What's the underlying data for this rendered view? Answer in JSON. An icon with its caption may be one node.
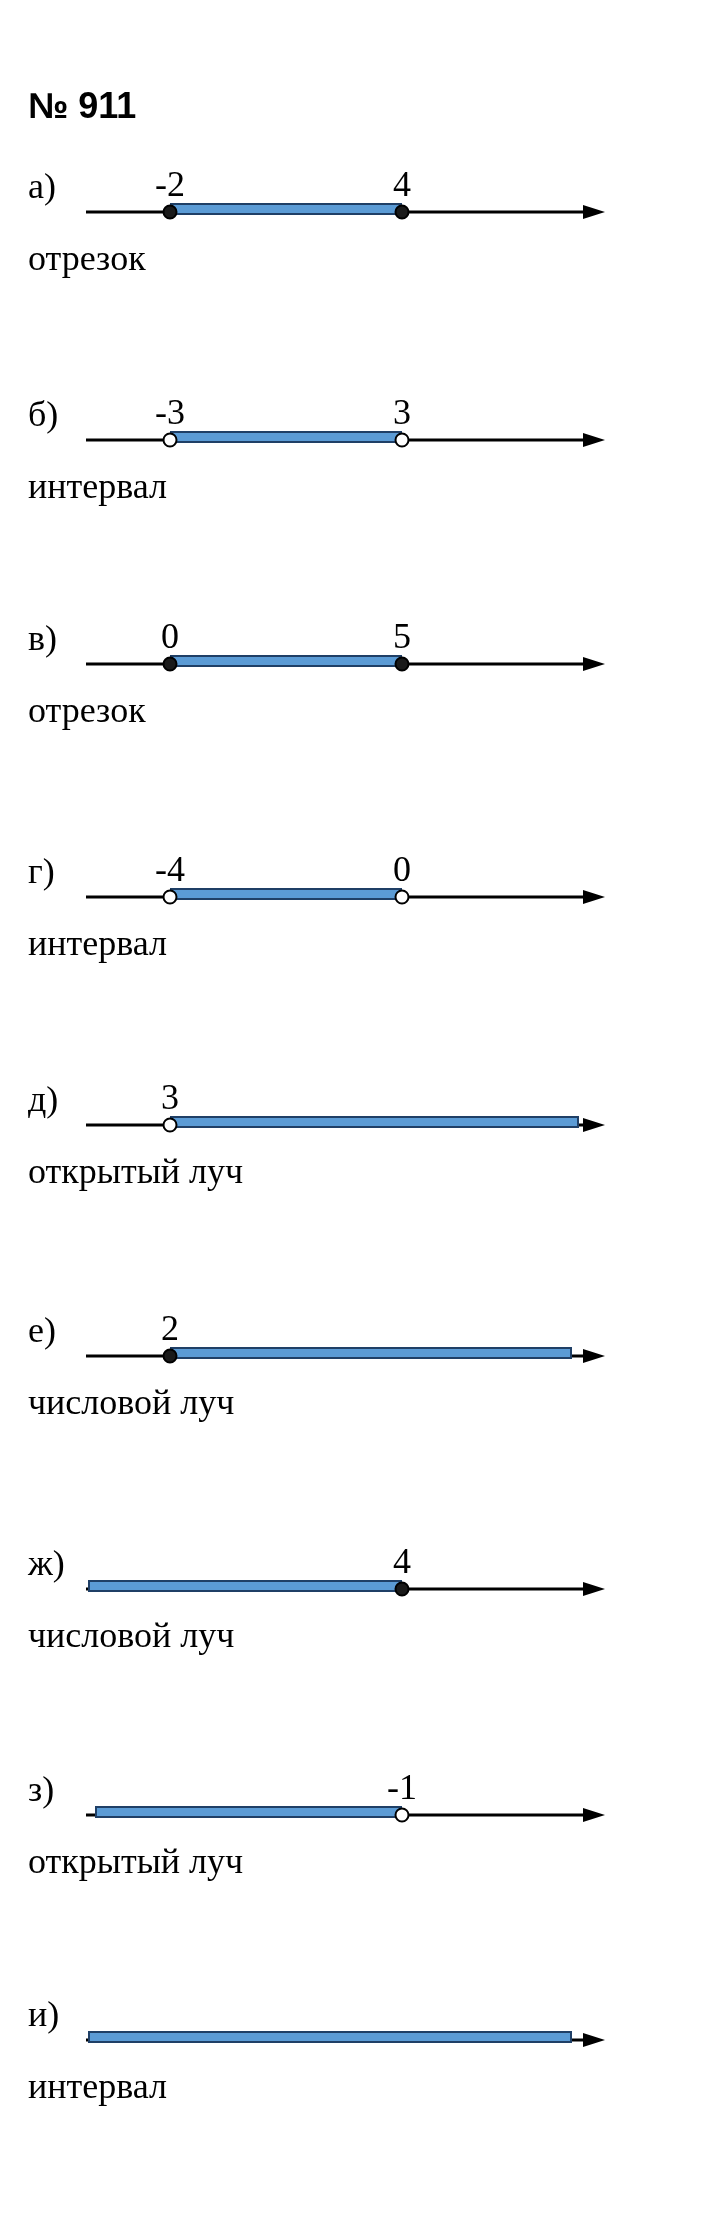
{
  "diagram": {
    "title": "№ 911",
    "labels": [
      "а)",
      "-2",
      "4",
      "отрезок",
      "б)",
      "-3",
      "3",
      "интервал",
      "в)",
      "0",
      "5",
      "отрезок",
      "г)",
      "-4",
      "0",
      "интервал",
      "д)",
      "3",
      "открытый луч",
      "е)",
      "2",
      "числовой луч",
      "ж)",
      "4",
      "числовой луч",
      "з)",
      "-1",
      "открытый луч",
      "и)",
      "интервал"
    ]
  }
}
